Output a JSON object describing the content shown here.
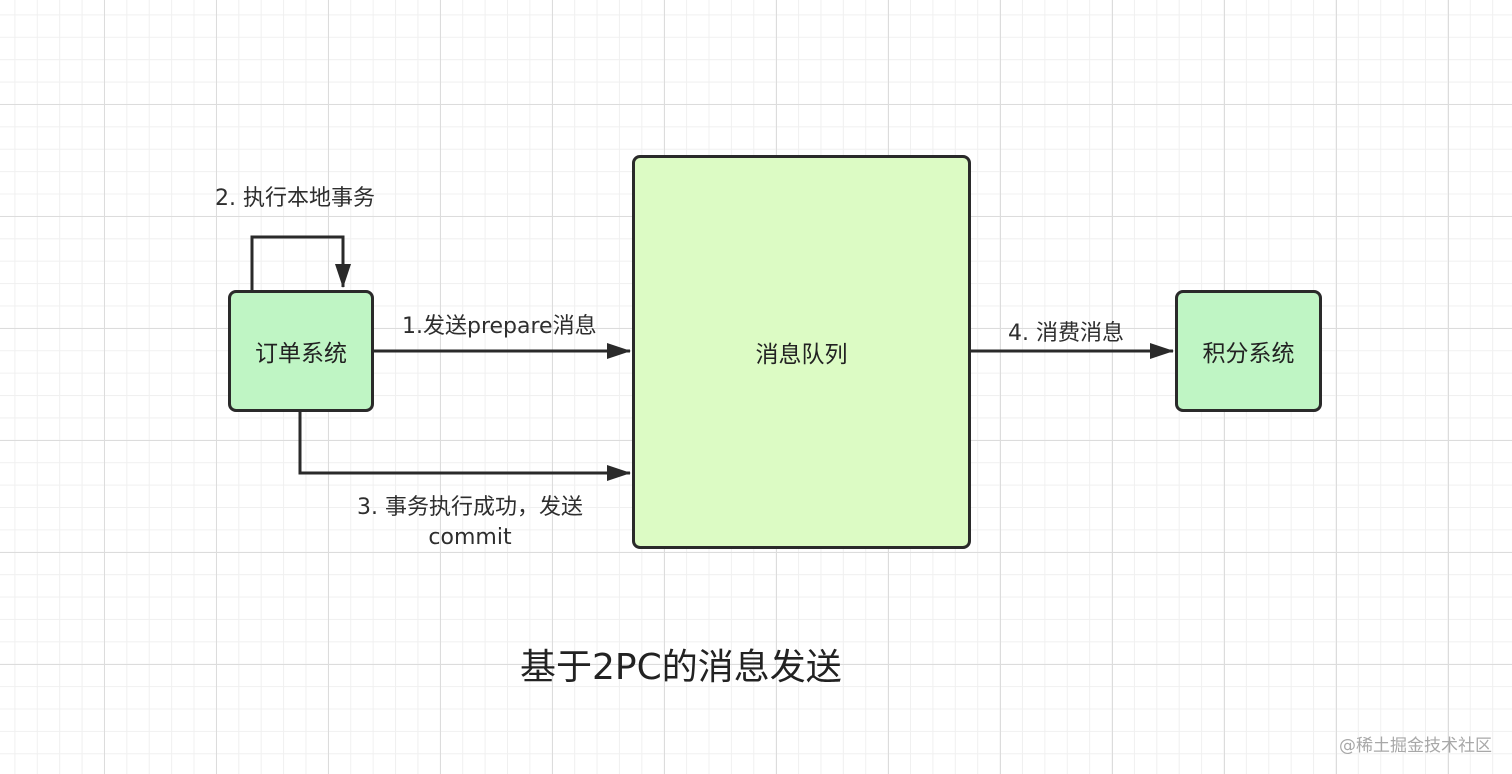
{
  "diagram": {
    "title": "基于2PC的消息发送",
    "nodes": {
      "order_system": "订单系统",
      "message_queue": "消息队列",
      "points_system": "积分系统"
    },
    "edges": {
      "step1": "1.发送prepare消息",
      "step2": "2. 执行本地事务",
      "step3": "3. 事务执行成功，发送commit",
      "step4": "4. 消费消息"
    },
    "colors": {
      "service_box_fill": "#bff5c4",
      "queue_box_fill": "#dcfbc4",
      "stroke": "#2a2a2a"
    }
  },
  "watermark": "@稀土掘金技术社区"
}
